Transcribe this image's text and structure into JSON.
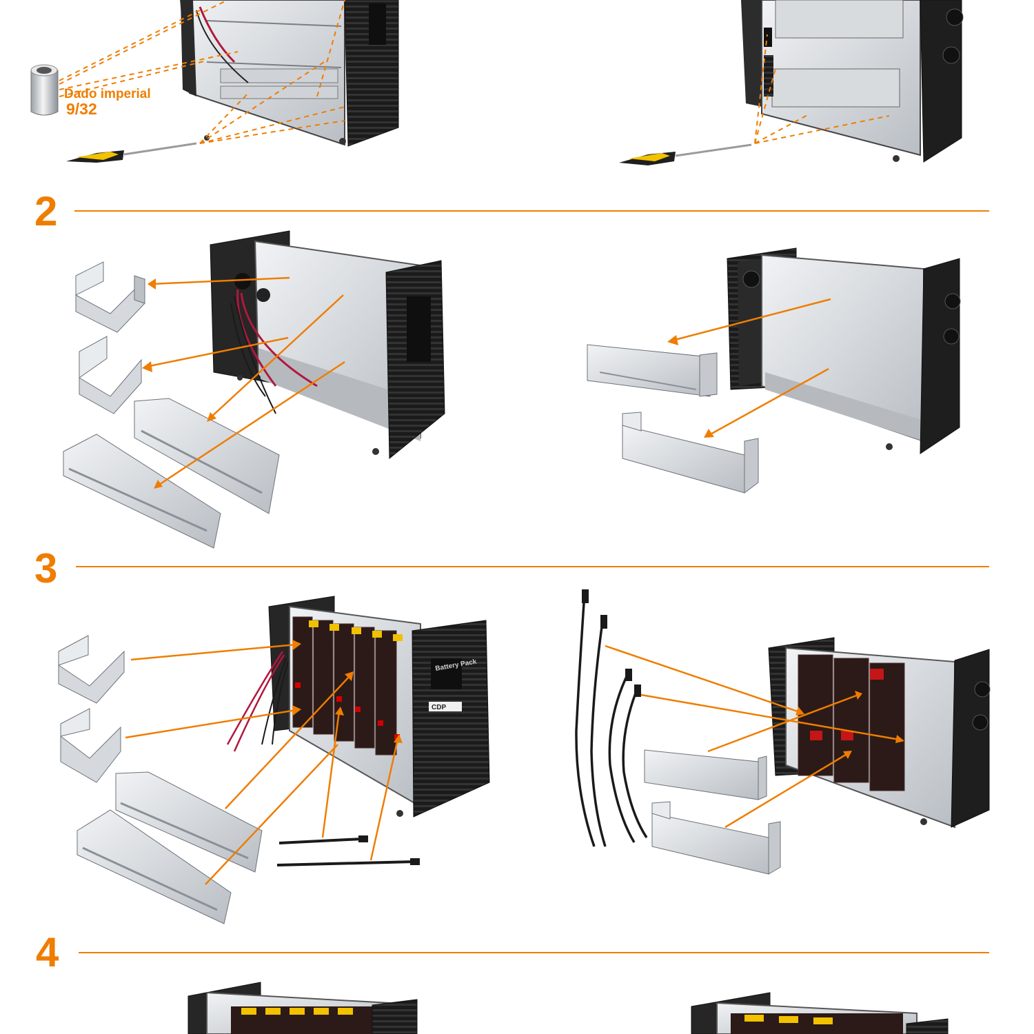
{
  "steps": [
    {
      "number": "2"
    },
    {
      "number": "3"
    },
    {
      "number": "4"
    }
  ],
  "tool_callout": {
    "name": "Dado imperial",
    "size": "9/32"
  },
  "unit_labels": {
    "battery_pack": "Battery Pack",
    "brand": "CDP"
  },
  "colors": {
    "accent": "#ef7d00",
    "cabinet": "#222222",
    "metal": "#d9dcdf",
    "battery": "#2b1a18"
  }
}
